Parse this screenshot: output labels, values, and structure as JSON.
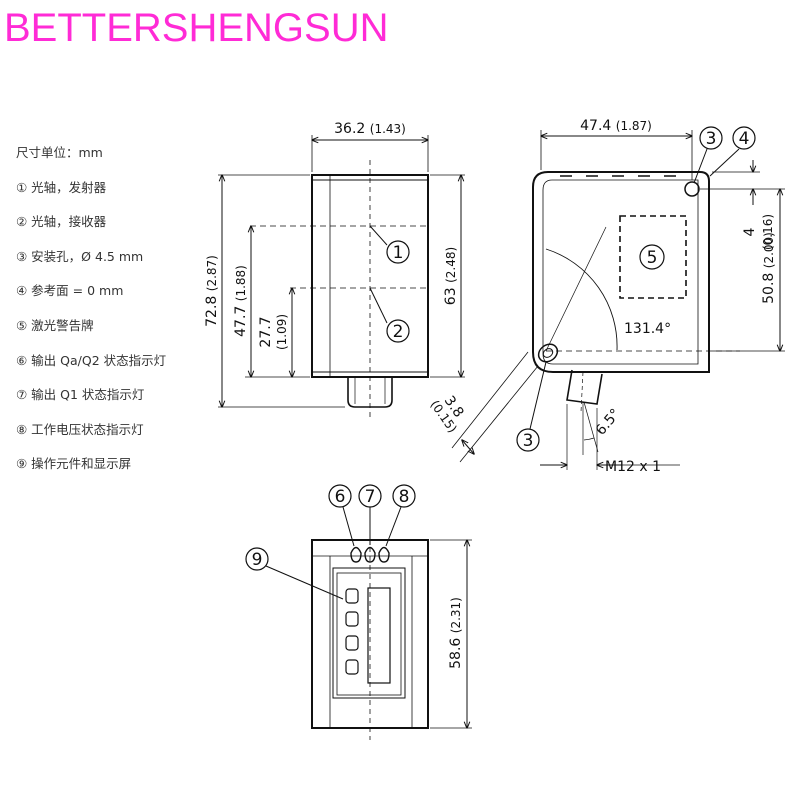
{
  "brand": {
    "text": "BETTERSHENGSUN",
    "color": "#ff2bd6"
  },
  "legend": [
    "尺寸单位：mm",
    "① 光轴，发射器",
    "② 光轴，接收器",
    "③ 安装孔，Ø 4.5 mm",
    "④ 参考面 = 0 mm",
    "⑤ 激光警告牌",
    "⑥ 输出 Qa/Q2 状态指示灯",
    "⑦ 输出 Q1 状态指示灯",
    "⑧ 工作电压状态指示灯",
    "⑨ 操作元件和显示屏"
  ],
  "front_view": {
    "width_mm": "36.2",
    "width_in": "(1.43)",
    "height_mm": "72.8",
    "height_in": "(2.87)",
    "axis1_mm": "47.7",
    "axis1_in": "(1.88)",
    "axis2_mm": "27.7",
    "axis2_in": "(1.09)",
    "body_mm": "63",
    "body_in": "(2.48)",
    "callout_1": "1",
    "callout_2": "2"
  },
  "side_view": {
    "depth_mm": "47.4",
    "depth_in": "(1.87)",
    "ref_mm": "4",
    "ref_in": "(0.16)",
    "hole_mm": "50.8",
    "hole_in": "(2.00)",
    "angle": "131.4°",
    "hole_offset_mm": "3.8",
    "hole_offset_in": "(0.15)",
    "tilt": "6.5°",
    "thread": "M12 x 1",
    "callout_3": "3",
    "callout_4": "4",
    "callout_5": "5",
    "callout_3b": "3"
  },
  "top_view": {
    "height_mm": "58.6",
    "height_in": "(2.31)",
    "callout_6": "6",
    "callout_7": "7",
    "callout_8": "8",
    "callout_9": "9"
  }
}
